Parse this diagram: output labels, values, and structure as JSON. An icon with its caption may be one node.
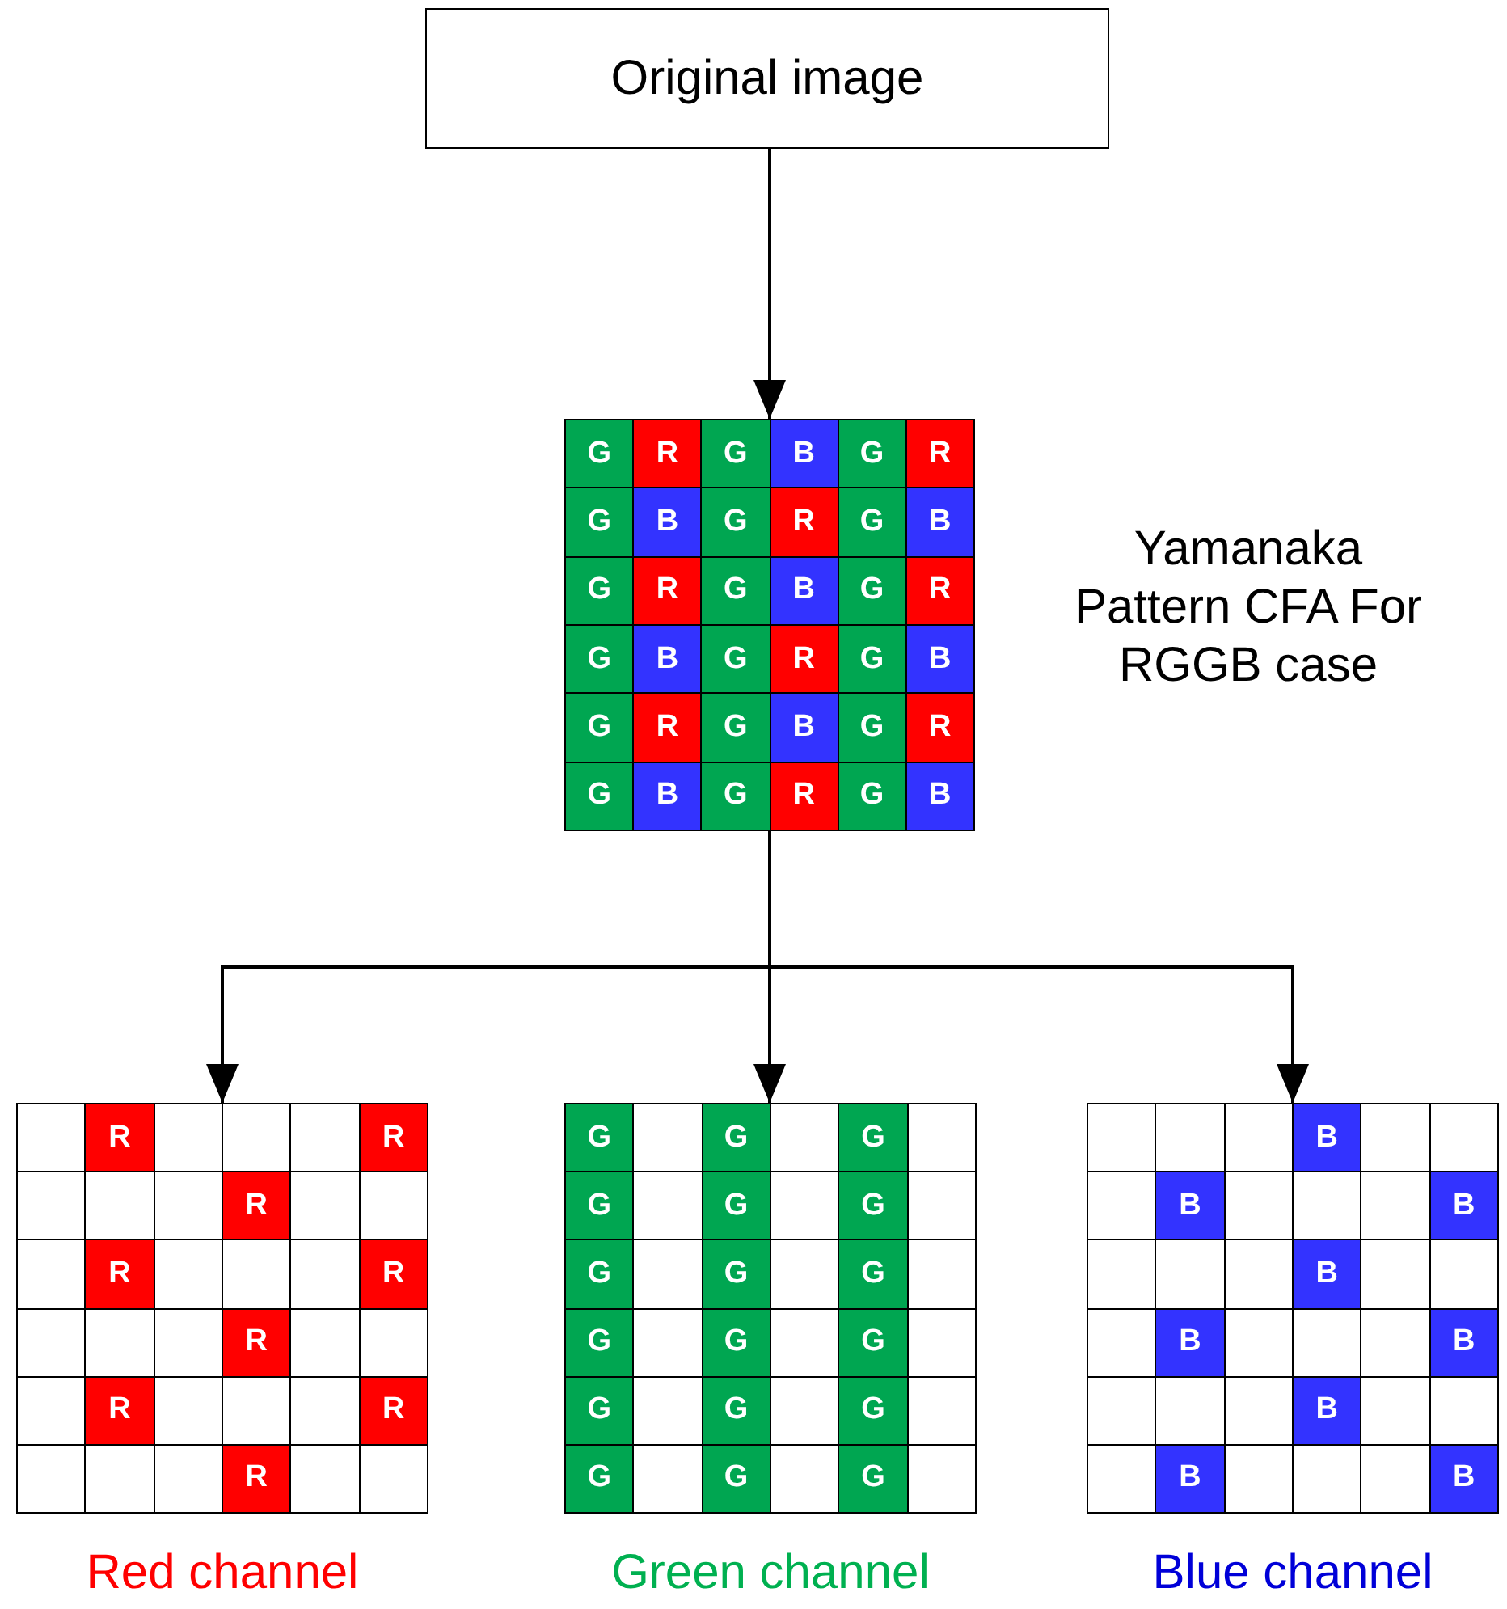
{
  "diagram": {
    "nodes": [
      {
        "text": [
          "Original image"
        ]
      },
      {
        "text": [
          "G",
          "R",
          "G",
          "B",
          "G",
          "R",
          "G",
          "B",
          "G",
          "R",
          "G",
          "B",
          "G",
          "R",
          "G",
          "B",
          "G",
          "R",
          "G",
          "B",
          "G",
          "R",
          "G",
          "B",
          "G",
          "R",
          "G",
          "B",
          "G",
          "R",
          "G",
          "B",
          "G",
          "R",
          "G",
          "B"
        ],
        "beside": [
          "Yamanaka Pattern CFA For RGGB case"
        ]
      },
      {
        "text": [
          "R",
          "R",
          "R",
          "R",
          "R",
          "R",
          "R",
          "R",
          "R"
        ],
        "beside": [
          "Red channel"
        ]
      },
      {
        "text": [
          "G",
          "G",
          "G",
          "G",
          "G",
          "G",
          "G",
          "G",
          "G",
          "G",
          "G",
          "G",
          "G",
          "G",
          "G",
          "G",
          "G",
          "G"
        ],
        "beside": [
          "Green channel"
        ]
      },
      {
        "text": [
          "B",
          "B",
          "B",
          "B",
          "B",
          "B",
          "B",
          "B",
          "B"
        ],
        "beside": [
          "Blue channel"
        ]
      }
    ],
    "edges": [
      {
        "from": 0,
        "to": 1,
        "arrow": "to"
      },
      {
        "from": 1,
        "to": 2,
        "arrow": "to"
      },
      {
        "from": 1,
        "to": 3,
        "arrow": "to"
      },
      {
        "from": 1,
        "to": 4,
        "arrow": "to"
      }
    ]
  }
}
